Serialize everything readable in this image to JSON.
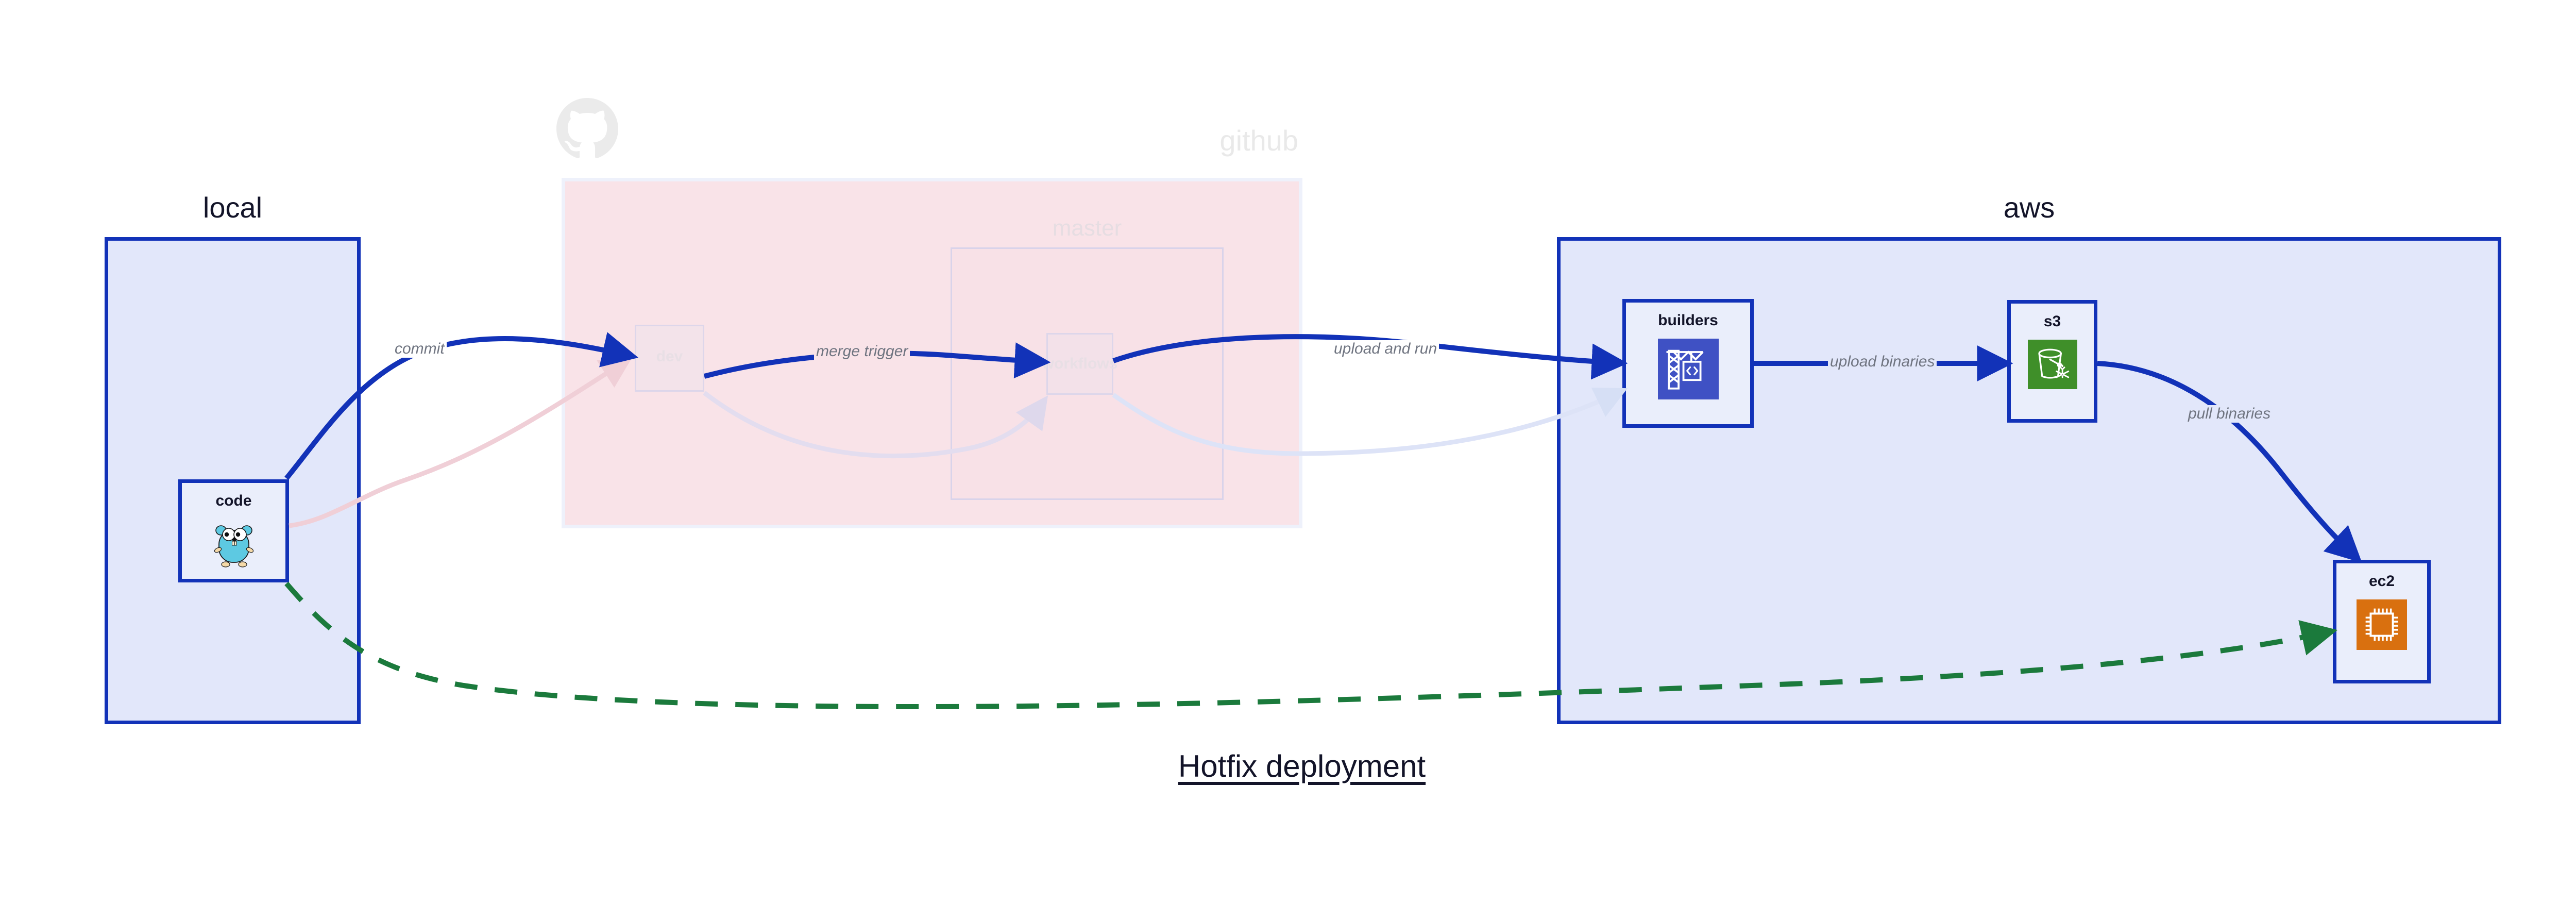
{
  "title": "Hotfix deployment",
  "colors": {
    "group_border": "#1232b8",
    "group_fill": "#e2e7fa",
    "github_fill": "#f9e3e8",
    "edge_blue": "#1232b8",
    "edge_green": "#1b7a3c",
    "label_gray": "#6f7480",
    "text_dark": "#131429",
    "icon_builders_bg": "#3f51c4",
    "icon_s3_bg": "#3f8f29",
    "icon_ec2_bg": "#d9700f",
    "gopher_body": "#5dc9e2"
  },
  "groups": [
    {
      "id": "local",
      "label": "local",
      "faded": false
    },
    {
      "id": "github",
      "label": "github",
      "faded": true,
      "logo_icon": "github-octocat-icon"
    },
    {
      "id": "master",
      "label": "master",
      "faded": true
    },
    {
      "id": "aws",
      "label": "aws",
      "faded": false
    }
  ],
  "nodes": [
    {
      "id": "code",
      "label": "code",
      "icon": "go-gopher-icon",
      "group": "local",
      "faded": false
    },
    {
      "id": "dev",
      "label": "dev",
      "icon": "none",
      "group": "github",
      "faded": true
    },
    {
      "id": "workflows",
      "label": "workflows",
      "icon": "none",
      "group": "master",
      "faded": true
    },
    {
      "id": "builders",
      "label": "builders",
      "icon": "aws-codebuild-icon",
      "group": "aws",
      "faded": false
    },
    {
      "id": "s3",
      "label": "s3",
      "icon": "aws-s3-glacier-icon",
      "group": "aws",
      "faded": false
    },
    {
      "id": "ec2",
      "label": "ec2",
      "icon": "aws-ec2-chip-icon",
      "group": "aws",
      "faded": false
    }
  ],
  "edges": [
    {
      "id": "commit",
      "from": "code",
      "to": "dev",
      "label": "commit",
      "style": "solid",
      "color": "#1232b8",
      "faded": false
    },
    {
      "id": "merge-trigger",
      "from": "dev",
      "to": "workflows",
      "label": "merge trigger",
      "style": "solid",
      "color": "#1232b8",
      "faded": false
    },
    {
      "id": "upload-and-run",
      "from": "workflows",
      "to": "builders",
      "label": "upload and run",
      "style": "solid",
      "color": "#1232b8",
      "faded": false
    },
    {
      "id": "upload-binaries",
      "from": "builders",
      "to": "s3",
      "label": "upload binaries",
      "style": "solid",
      "color": "#1232b8",
      "faded": false
    },
    {
      "id": "pull-binaries",
      "from": "s3",
      "to": "ec2",
      "label": "pull binaries",
      "style": "solid",
      "color": "#1232b8",
      "faded": false
    },
    {
      "id": "hotfix-direct",
      "from": "code",
      "to": "ec2",
      "label": "",
      "style": "dashed",
      "color": "#1b7a3c",
      "faded": false
    },
    {
      "id": "ghost-code-dev",
      "from": "code",
      "to": "dev",
      "label": "",
      "style": "solid",
      "color": "#f3dbe1",
      "faded": true
    },
    {
      "id": "ghost-dev-workflows",
      "from": "dev",
      "to": "workflows",
      "label": "",
      "style": "solid",
      "color": "#e1dced",
      "faded": true
    },
    {
      "id": "ghost-workflows-builders",
      "from": "workflows",
      "to": "builders",
      "label": "",
      "style": "solid",
      "color": "#dde3f7",
      "faded": true
    }
  ],
  "labels": {
    "commit": "commit",
    "merge_trigger": "merge trigger",
    "upload_and_run": "upload and run",
    "upload_binaries": "upload binaries",
    "pull_binaries": "pull binaries"
  }
}
